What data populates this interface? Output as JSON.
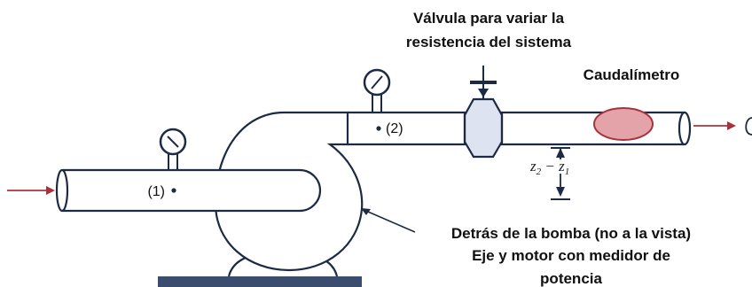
{
  "labels": {
    "valve_line1": "Válvula para variar la",
    "valve_line2": "resistencia del sistema",
    "flowmeter": "Caudalímetro",
    "point1": "(1)",
    "point2": "(2)",
    "height_z": "z",
    "height_sub2": "2",
    "height_minus": " − ",
    "height_sub1": "1",
    "behind_line1": "Detrás de la bomba (no a la vista)",
    "behind_line2": "Eje y motor con medidor de",
    "behind_line3": "potencia"
  },
  "colors": {
    "outline": "#1d2a44",
    "arrow": "#a8323c",
    "flowmeter_fill": "#e3a3a9",
    "flowmeter_stroke": "#a8323c",
    "valve_fill": "#dde3f0",
    "base": "#3b4d6e"
  }
}
